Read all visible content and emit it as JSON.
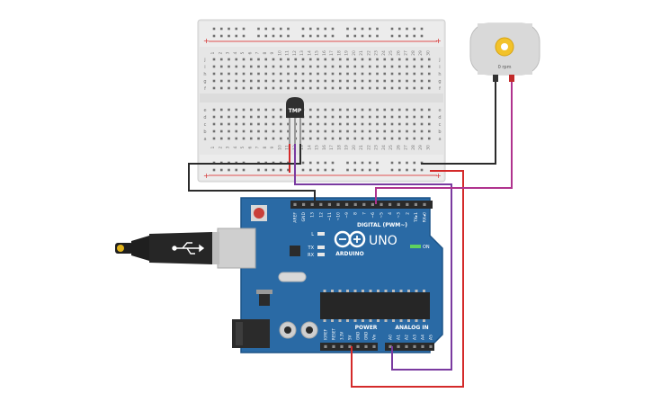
{
  "sensor": {
    "label": "TMP"
  },
  "motor": {
    "speed": "0 rpm"
  },
  "board": {
    "model": "UNO",
    "brand": "ARDUINO",
    "digital_label": "DIGITAL (PWM~)",
    "power_label": "POWER",
    "analog_label": "ANALOG IN",
    "on_label": "ON",
    "led_l": "L",
    "led_tx": "TX",
    "led_rx": "RX",
    "digital_pins": [
      "AREF",
      "GND",
      "13",
      "12",
      "~11",
      "~10",
      "~9",
      "8",
      "7",
      "~6",
      "~5",
      "4",
      "~3",
      "2",
      "TX▸1",
      "RX◂0"
    ],
    "power_pins": [
      "IOREF",
      "RESET",
      "3.3V",
      "5V",
      "GND",
      "GND",
      "Vin"
    ],
    "analog_pins": [
      "A0",
      "A1",
      "A2",
      "A3",
      "A4",
      "A5"
    ]
  },
  "breadboard": {
    "rail_sign": "+",
    "row_letters_top": [
      "j",
      "i",
      "h",
      "g",
      "f"
    ],
    "row_letters_bottom": [
      "e",
      "d",
      "c",
      "b",
      "a"
    ],
    "column_numbers": [
      "1",
      "2",
      "3",
      "4",
      "5",
      "6",
      "7",
      "8",
      "9",
      "10",
      "11",
      "12",
      "13",
      "14",
      "15",
      "16",
      "17",
      "18",
      "19",
      "20",
      "21",
      "22",
      "23",
      "24",
      "25",
      "26",
      "27",
      "28",
      "29",
      "30"
    ]
  },
  "colors": {
    "board": "#2a6aa5",
    "wire_black": "#2b2b2b",
    "wire_red": "#d42a2a",
    "wire_purple": "#7a3aa0",
    "wire_magenta": "#b0338e",
    "breadboard": "#eaeaea"
  }
}
